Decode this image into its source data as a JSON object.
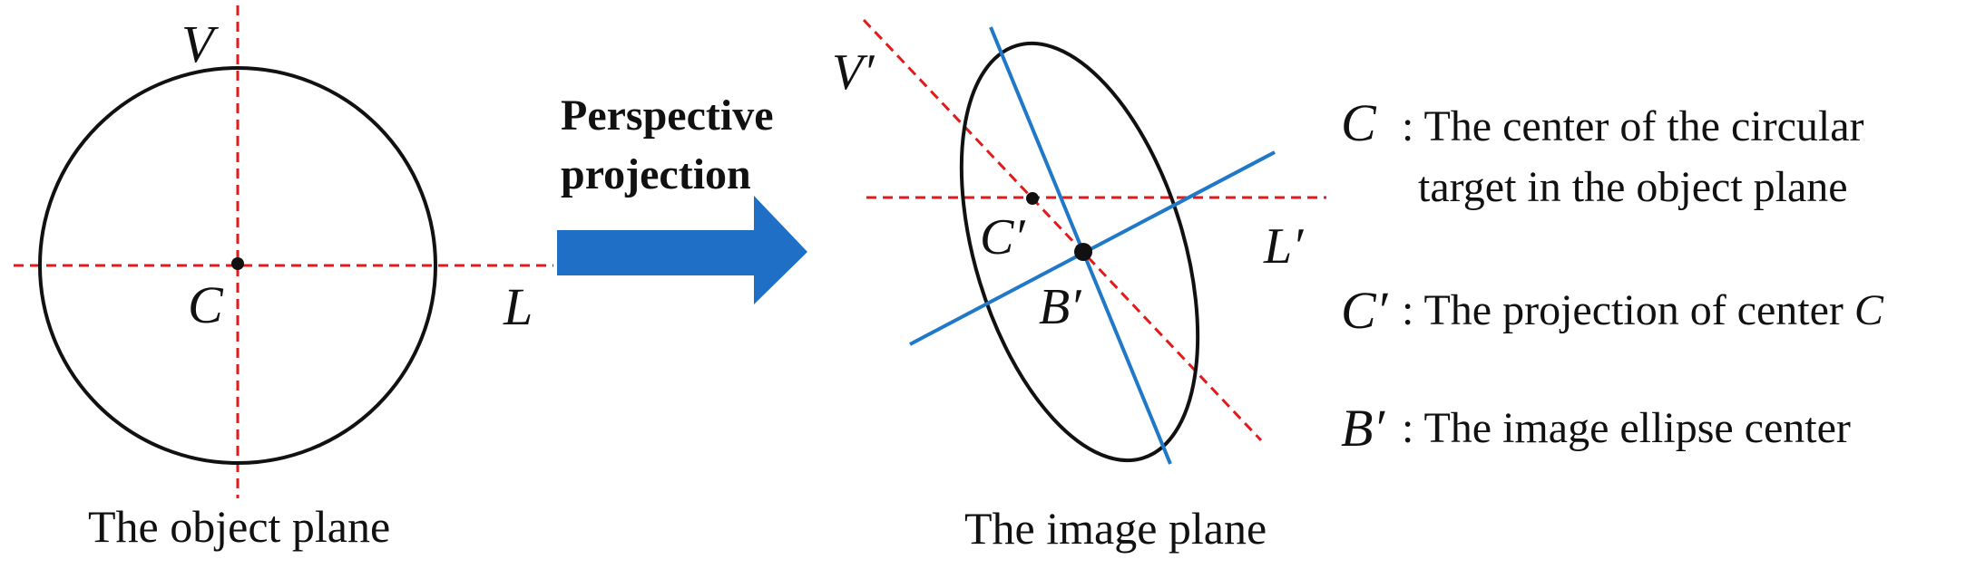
{
  "colors": {
    "axis_dashed": "#e31a1c",
    "ellipse_axes": "#1f78c8",
    "arrow": "#1f6fc7",
    "ink": "#111111"
  },
  "object_plane": {
    "caption": "The object plane",
    "vertical_label": "V",
    "horizontal_label": "L",
    "center_label": "C"
  },
  "transform": {
    "line1": "Perspective",
    "line2": "projection",
    "icon": "right-arrow-icon"
  },
  "image_plane": {
    "caption": "The image plane",
    "vertical_label": "V′",
    "horizontal_label": "L′",
    "projected_center_label": "C′",
    "ellipse_center_label": "B′"
  },
  "legend": {
    "items": [
      {
        "symbol": "C",
        "lines": [
          ": The center of the circular",
          "target in the object plane"
        ]
      },
      {
        "symbol": "C′",
        "text": ": The projection of center ",
        "tail": "C"
      },
      {
        "symbol": "B′",
        "lines": [
          ": The image ellipse center"
        ]
      }
    ]
  }
}
